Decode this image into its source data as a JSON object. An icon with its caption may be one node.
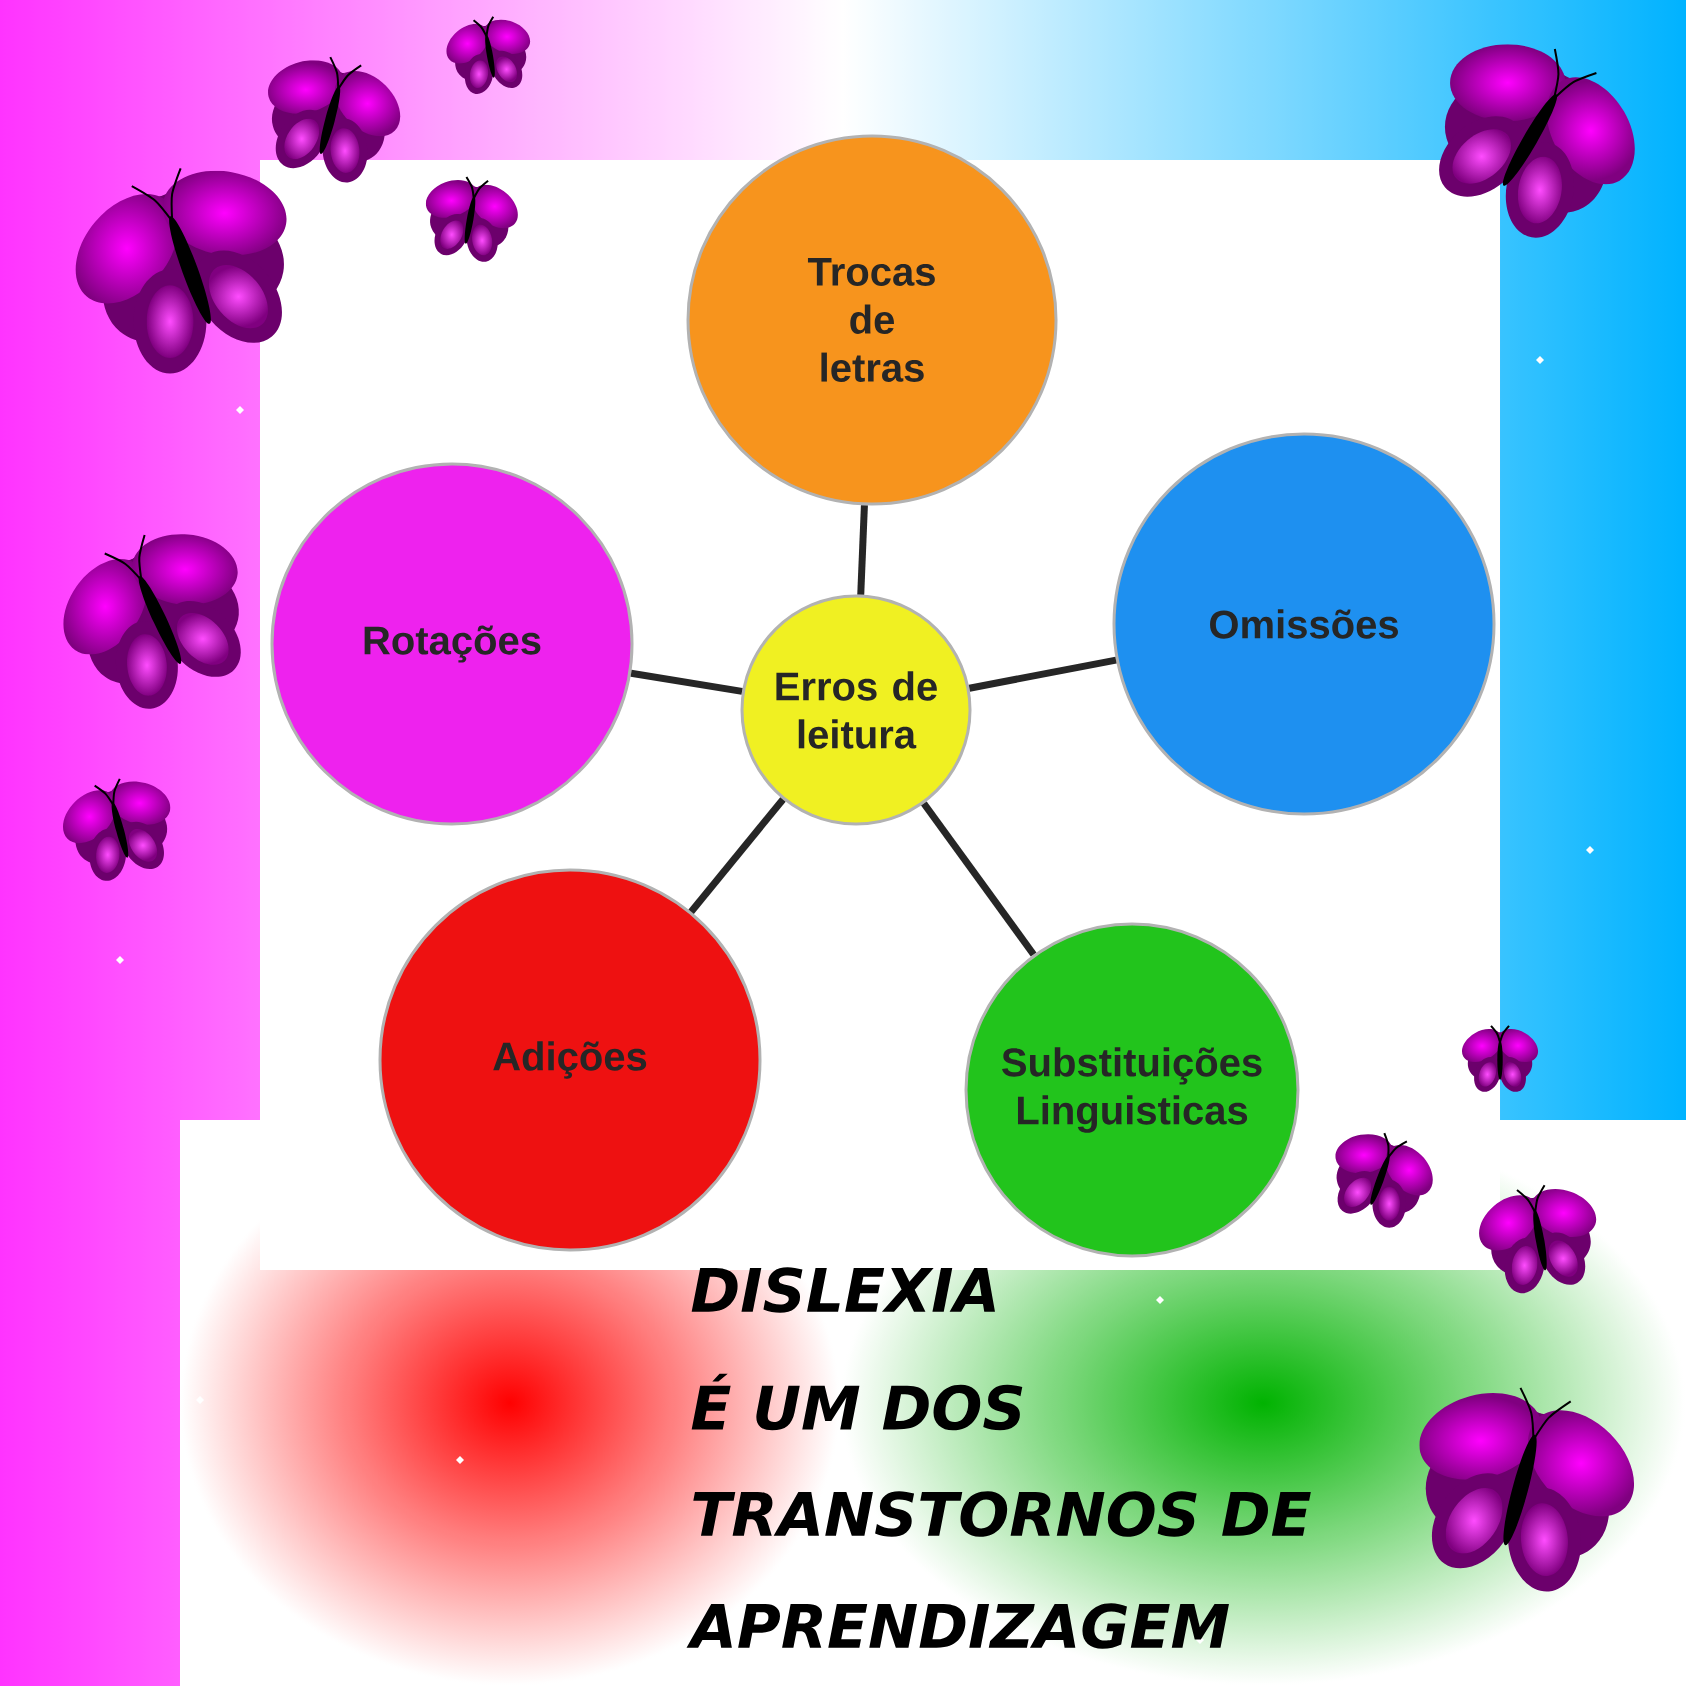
{
  "diagram": {
    "nodes": [
      {
        "text": [
          "Erros de leitura"
        ]
      },
      {
        "text": [
          "Trocas de letras"
        ]
      },
      {
        "text": [
          "Omissões"
        ]
      },
      {
        "text": [
          "Substituições Linguisticas"
        ]
      },
      {
        "text": [
          "Adições"
        ]
      },
      {
        "text": [
          "Rotações"
        ]
      }
    ],
    "edges": [
      {
        "from": 0,
        "to": 1,
        "arrow": "none"
      },
      {
        "from": 0,
        "to": 2,
        "arrow": "none"
      },
      {
        "from": 0,
        "to": 3,
        "arrow": "none"
      },
      {
        "from": 0,
        "to": 4,
        "arrow": "none"
      },
      {
        "from": 0,
        "to": 5,
        "arrow": "none"
      }
    ],
    "labels": [
      "DISLEXIA",
      "É UM DOS",
      "TRANSTORNOS DE",
      "APRENDIZAGEM"
    ]
  }
}
